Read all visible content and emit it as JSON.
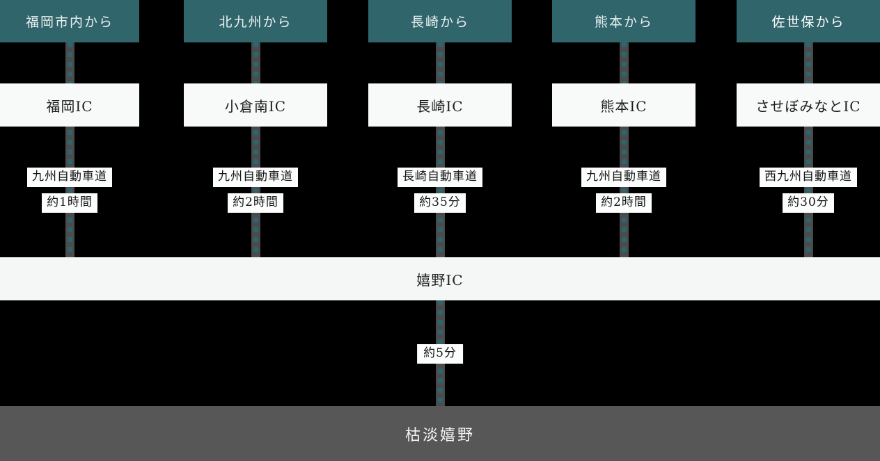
{
  "routes": [
    {
      "origin": "福岡市内から",
      "ic": "福岡IC",
      "highway": "九州自動車道",
      "duration": "約1時間"
    },
    {
      "origin": "北九州から",
      "ic": "小倉南IC",
      "highway": "九州自動車道",
      "duration": "約2時間"
    },
    {
      "origin": "長崎から",
      "ic": "長崎IC",
      "highway": "長崎自動車道",
      "duration": "約35分"
    },
    {
      "origin": "熊本から",
      "ic": "熊本IC",
      "highway": "九州自動車道",
      "duration": "約2時間"
    },
    {
      "origin": "佐世保から",
      "ic": "させぼみなとIC",
      "highway": "西九州自動車道",
      "duration": "約30分"
    }
  ],
  "junction": {
    "label": "嬉野IC"
  },
  "final_leg": {
    "duration": "約5分"
  },
  "destination": {
    "label": "枯淡嬉野"
  },
  "colors": {
    "accent_teal": "#30656b",
    "line_gray": "#4b4b4b",
    "panel_white": "#f8f9f9",
    "junction_band": "#f5f6f6",
    "destination_gray": "#575757",
    "background": "#000000"
  }
}
